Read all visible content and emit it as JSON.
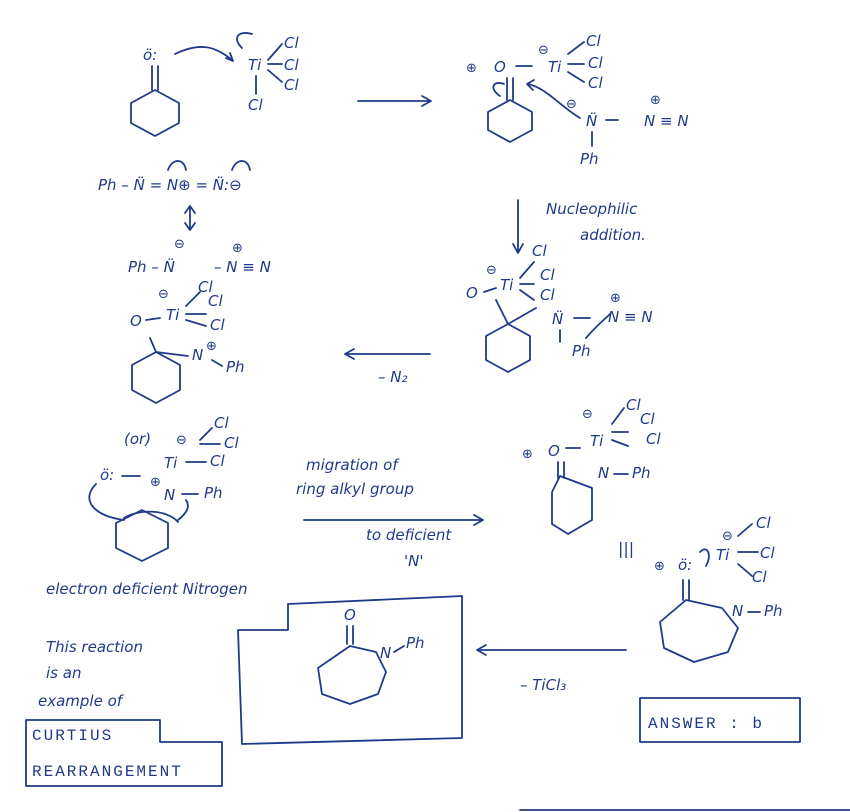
{
  "atoms": {
    "O_dots": "ö:",
    "O": "O",
    "O_plus": "⊕",
    "minus": "⊖",
    "Ti": "Ti",
    "Cl": "Cl",
    "N": "N",
    "N_lone": "N̈",
    "Ph": "Ph",
    "NtripleN": "N ≡ N",
    "dash": "–",
    "or": "(or)",
    "prime_N": "'N'"
  },
  "resonance": {
    "form1": "Ph – N̈ = N⊕ = N̈:⊖",
    "form2_left": "Ph – N̈",
    "form2_right": "– N ≡ N"
  },
  "labels": {
    "nucleophilic": "Nucleophilic",
    "addition": "addition.",
    "minus_n2": "– N₂",
    "migration_1": "migration of",
    "migration_2": "ring alkyl group",
    "migration_3": "to deficient",
    "migration_4": "'N'",
    "electron_deficient": "electron deficient Nitrogen",
    "minus_ticl3": "– TiCl₃",
    "equivalent": "|||",
    "reaction_1": "This reaction",
    "reaction_2": "is an",
    "reaction_3": "example of",
    "curtius_1": "CURTIUS",
    "curtius_2": "REARRANGEMENT",
    "answer": "ANSWER : b"
  }
}
